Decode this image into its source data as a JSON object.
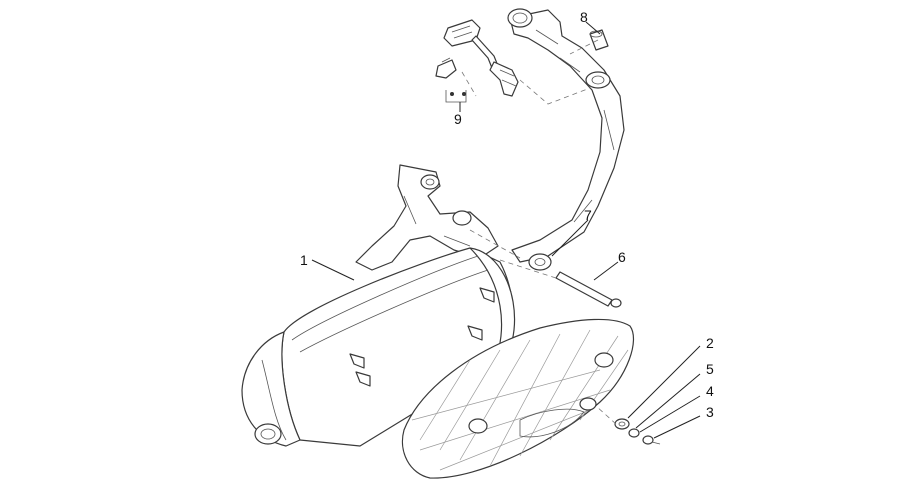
{
  "diagram": {
    "callouts": [
      {
        "id": "part-1",
        "label": "1"
      },
      {
        "id": "part-2",
        "label": "2"
      },
      {
        "id": "part-3",
        "label": "3"
      },
      {
        "id": "part-4",
        "label": "4"
      },
      {
        "id": "part-5",
        "label": "5"
      },
      {
        "id": "part-6",
        "label": "6"
      },
      {
        "id": "part-7",
        "label": "7"
      },
      {
        "id": "part-8",
        "label": "8"
      },
      {
        "id": "part-9",
        "label": "9"
      }
    ]
  }
}
